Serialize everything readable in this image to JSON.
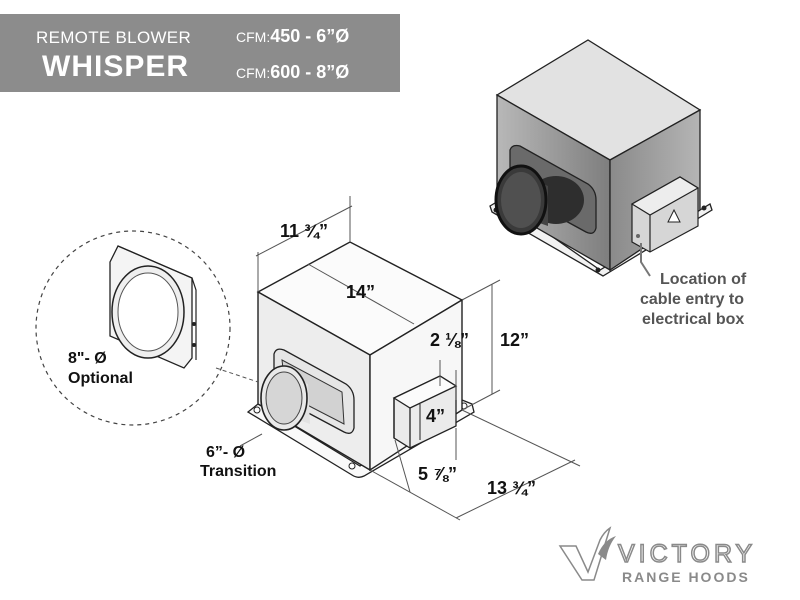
{
  "header": {
    "subtitle": "REMOTE BLOWER",
    "title": "WHISPER",
    "spec1_prefix": "CFM:",
    "spec1_value": "450 - 6”Ø",
    "spec2_prefix": "CFM:",
    "spec2_value": "600 - 8”Ø"
  },
  "dimensions": {
    "depth": "11 ¾”",
    "width": "14”",
    "height": "12”",
    "offset_top": "2 ⅛”",
    "box_height": "4”",
    "offset_bottom": "5 ⅞”",
    "overall": "13 ¾”"
  },
  "labels": {
    "optional_line1": "8\"- Ø",
    "optional_line2": "Optional",
    "transition_line1": "6”- Ø",
    "transition_line2": "Transition",
    "cable_line1": "Location of",
    "cable_line2": "cable entry to",
    "cable_line3": "electrical box"
  },
  "logo": {
    "brand": "VICTORY",
    "sub": "RANGE HOODS"
  },
  "colors": {
    "header_bg": "#8c8c8c",
    "body_shade": "#9b9b9b",
    "body_light": "#cfcfcf",
    "logo_gray": "#8a8a8a"
  }
}
